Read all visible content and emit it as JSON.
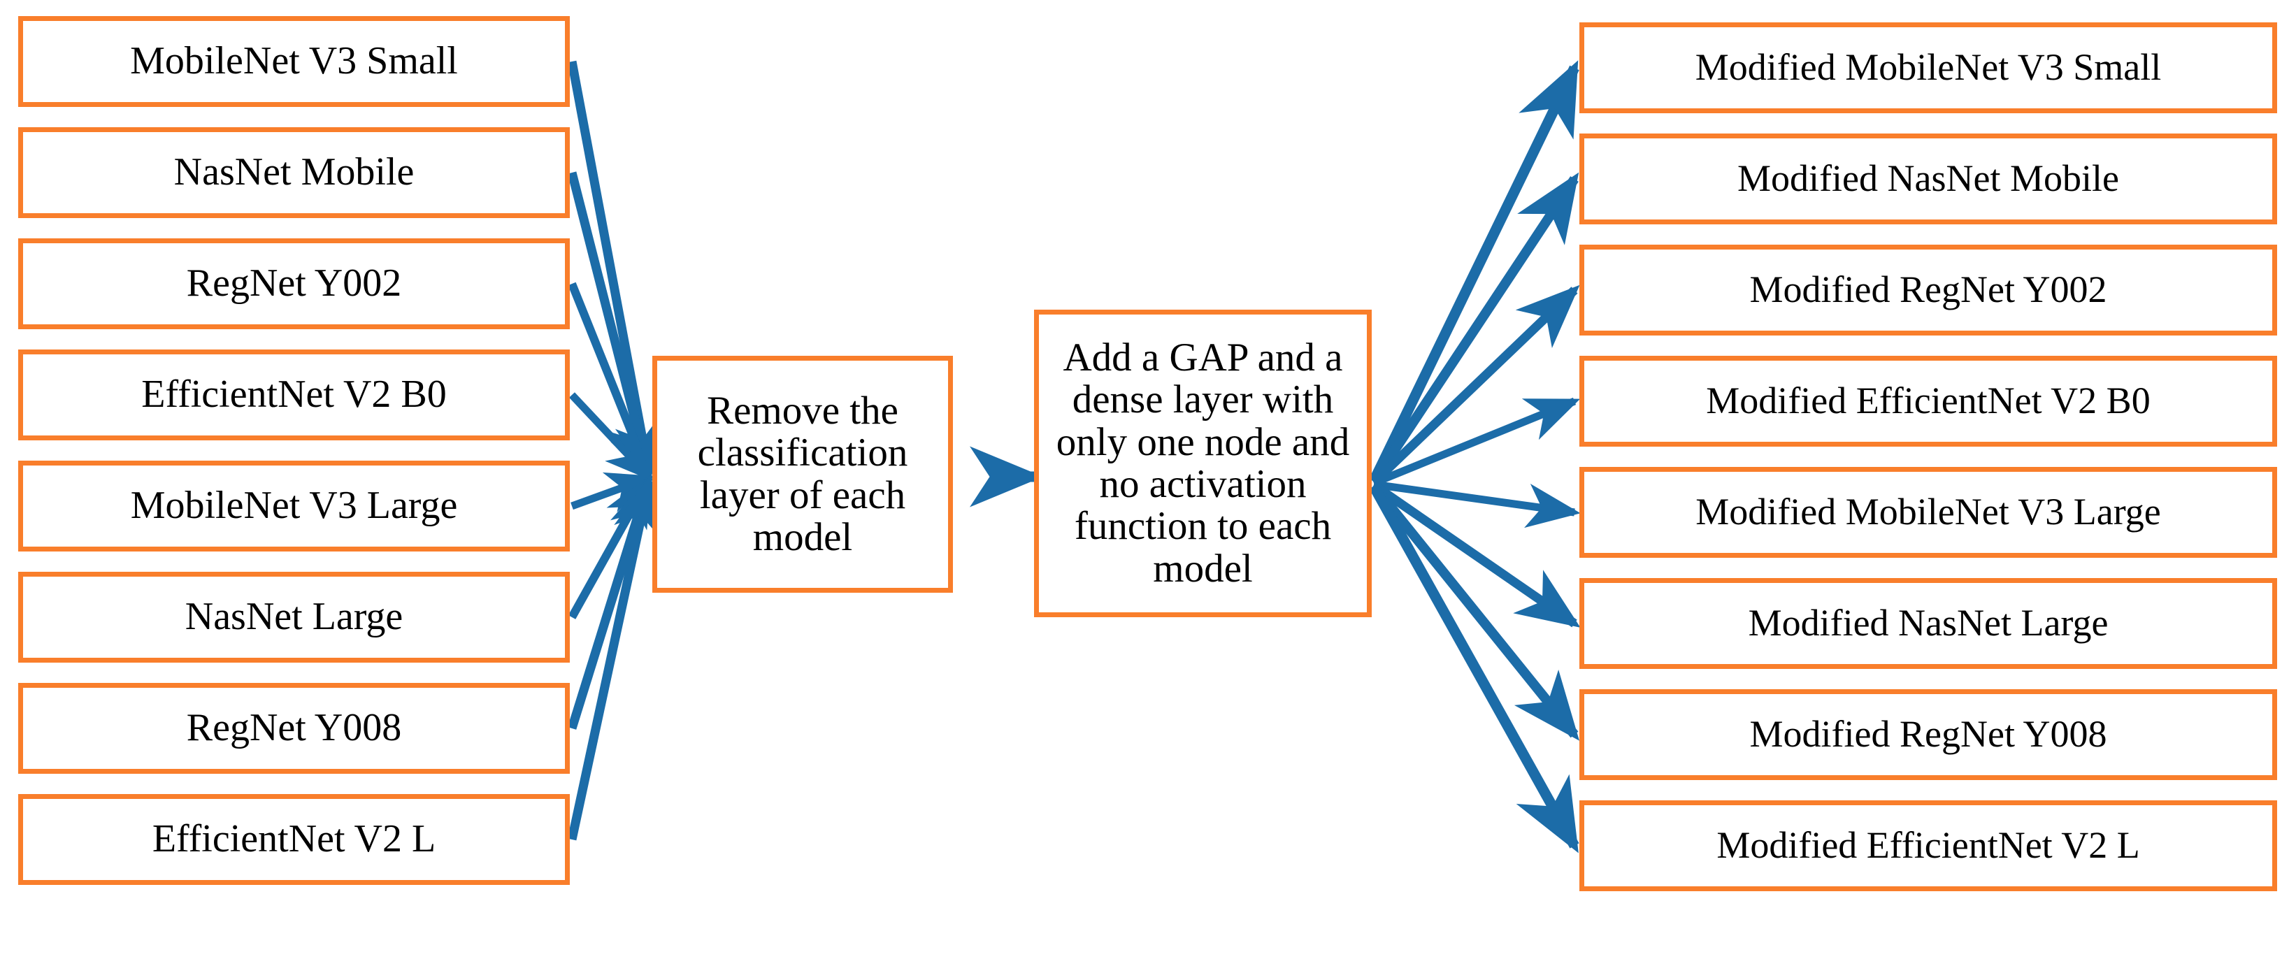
{
  "diagram": {
    "title": "Transfer-learning model modification pipeline",
    "colors": {
      "box_border": "#F97E2B",
      "arrow": "#1C6CA8",
      "box_fill": "#FFFFFF",
      "text": "#000000"
    },
    "source_models": [
      {
        "label": "MobileNet V3 Small"
      },
      {
        "label": "NasNet Mobile"
      },
      {
        "label": "RegNet Y002"
      },
      {
        "label": "EfficientNet V2 B0"
      },
      {
        "label": "MobileNet V3 Large"
      },
      {
        "label": "NasNet Large"
      },
      {
        "label": "RegNet Y008"
      },
      {
        "label": "EfficientNet V2 L"
      }
    ],
    "process_steps": [
      {
        "label": "Remove the classification layer of each model"
      },
      {
        "label": "Add a GAP and a dense layer with only one node and no activation function to each model"
      }
    ],
    "modified_models": [
      {
        "label": "Modified MobileNet V3 Small"
      },
      {
        "label": "Modified NasNet Mobile"
      },
      {
        "label": "Modified RegNet Y002"
      },
      {
        "label": "Modified EfficientNet V2 B0"
      },
      {
        "label": "Modified MobileNet V3 Large"
      },
      {
        "label": "Modified NasNet Large"
      },
      {
        "label": "Modified RegNet Y008"
      },
      {
        "label": "Modified EfficientNet V2 L"
      }
    ],
    "connectors": {
      "fan_in_label": "eight-arrows-converging-to-remove-step",
      "middle_arrow_label": "arrow-remove-to-add",
      "fan_out_label": "eight-arrows-diverging-to-modified-models"
    }
  }
}
